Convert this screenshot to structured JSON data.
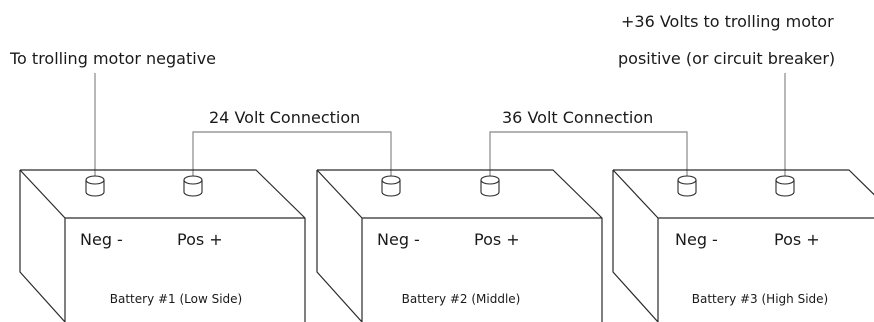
{
  "top_labels": {
    "negative_lead": "To trolling motor negative",
    "positive_lead_line1": "+36 Volts to trolling motor",
    "positive_lead_line2": "positive (or circuit breaker)"
  },
  "connections": {
    "conn_24v": "24 Volt Connection",
    "conn_36v": "36 Volt Connection"
  },
  "batteries": [
    {
      "name": "Battery #1 (Low Side)",
      "neg": "Neg -",
      "pos": "Pos +"
    },
    {
      "name": "Battery #2 (Middle)",
      "neg": "Neg -",
      "pos": "Pos +"
    },
    {
      "name": "Battery #3 (High Side)",
      "neg": "Neg -",
      "pos": "Pos +"
    }
  ],
  "colors": {
    "outline": "#2a2a2a",
    "wire": "#9a9a9a",
    "text": "#1a1a1a"
  }
}
